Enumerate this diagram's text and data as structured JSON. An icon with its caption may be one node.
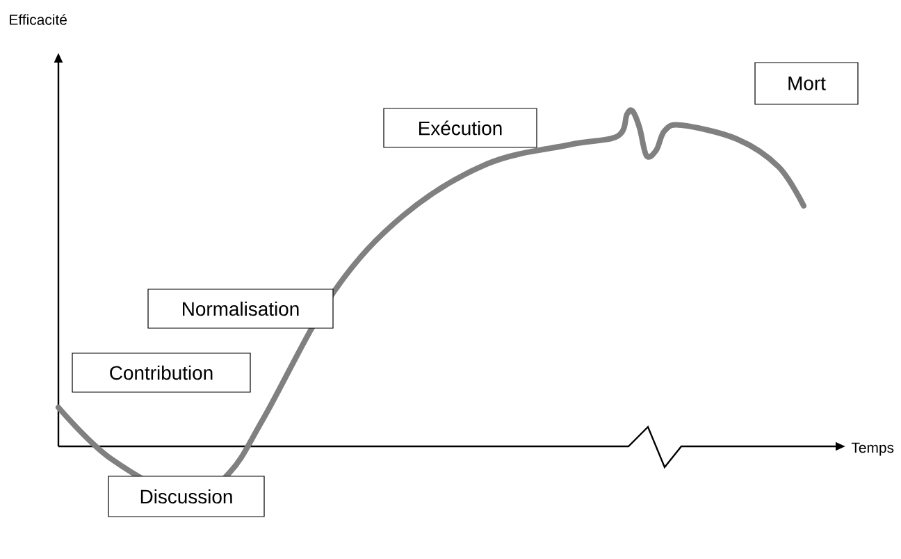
{
  "diagram": {
    "nodes": [
      {
        "text": [
          "Mort"
        ]
      },
      {
        "text": [
          "Exécution"
        ]
      },
      {
        "text": [
          "Normalisation"
        ]
      },
      {
        "text": [
          "Contribution"
        ]
      },
      {
        "text": [
          "Discussion"
        ]
      }
    ],
    "labels": [
      "Efficacité",
      "Temps"
    ]
  }
}
